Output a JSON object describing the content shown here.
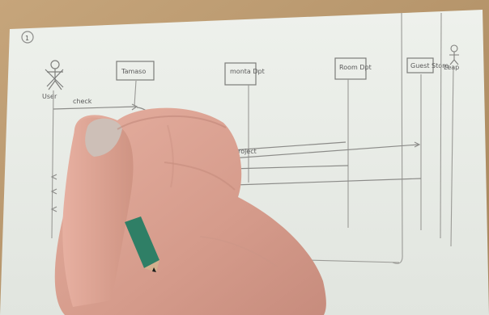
{
  "photo": {
    "page_number": "1",
    "lifelines": [
      {
        "label": "User",
        "kind": "actor"
      },
      {
        "label": "Tamaso",
        "kind": "box"
      },
      {
        "label": "monta Dpt",
        "kind": "box"
      },
      {
        "label": "Room Dpt",
        "kind": "box"
      },
      {
        "label": "Guest Store",
        "kind": "box"
      },
      {
        "label": "Leap",
        "kind": "actor"
      }
    ],
    "messages": [
      {
        "label": "check"
      },
      {
        "label": "project"
      }
    ],
    "colors": {
      "paper": "#eef0ea",
      "pencil": "#8a8a86",
      "table": "#b9976a",
      "skin": "#d9a191",
      "nail": "#c8bdb4",
      "pencil_body": "#2e7f63"
    }
  }
}
